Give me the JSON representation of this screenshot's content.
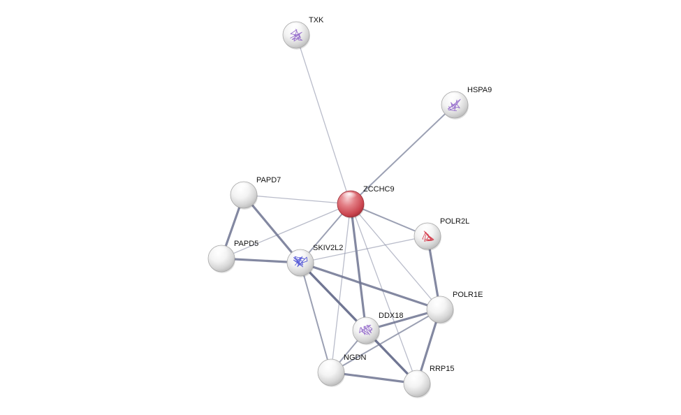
{
  "network": {
    "nodes": [
      {
        "id": "TXK",
        "label": "TXK",
        "query": false,
        "structure": "purple"
      },
      {
        "id": "HSPA9",
        "label": "HSPA9",
        "query": false,
        "structure": "purple"
      },
      {
        "id": "ZCCHC9",
        "label": "ZCCHC9",
        "query": true,
        "structure": "none"
      },
      {
        "id": "PAPD7",
        "label": "PAPD7",
        "query": false,
        "structure": "none"
      },
      {
        "id": "POLR2L",
        "label": "POLR2L",
        "query": false,
        "structure": "red"
      },
      {
        "id": "PAPD5",
        "label": "PAPD5",
        "query": false,
        "structure": "none"
      },
      {
        "id": "SKIV2L2",
        "label": "SKIV2L2",
        "query": false,
        "structure": "blue"
      },
      {
        "id": "POLR1E",
        "label": "POLR1E",
        "query": false,
        "structure": "none"
      },
      {
        "id": "DDX18",
        "label": "DDX18",
        "query": false,
        "structure": "purple"
      },
      {
        "id": "NGDN",
        "label": "NGDN",
        "query": false,
        "structure": "none"
      },
      {
        "id": "RRP15",
        "label": "RRP15",
        "query": false,
        "structure": "none"
      }
    ],
    "edges": [
      {
        "source": "TXK",
        "target": "ZCCHC9",
        "strength": "weak"
      },
      {
        "source": "HSPA9",
        "target": "ZCCHC9",
        "strength": "medium"
      },
      {
        "source": "ZCCHC9",
        "target": "PAPD7",
        "strength": "weak"
      },
      {
        "source": "ZCCHC9",
        "target": "PAPD5",
        "strength": "weak"
      },
      {
        "source": "ZCCHC9",
        "target": "SKIV2L2",
        "strength": "medium"
      },
      {
        "source": "ZCCHC9",
        "target": "POLR2L",
        "strength": "medium"
      },
      {
        "source": "ZCCHC9",
        "target": "POLR1E",
        "strength": "weak"
      },
      {
        "source": "ZCCHC9",
        "target": "DDX18",
        "strength": "strong"
      },
      {
        "source": "ZCCHC9",
        "target": "NGDN",
        "strength": "weak"
      },
      {
        "source": "ZCCHC9",
        "target": "RRP15",
        "strength": "weak"
      },
      {
        "source": "PAPD7",
        "target": "PAPD5",
        "strength": "strong"
      },
      {
        "source": "PAPD7",
        "target": "SKIV2L2",
        "strength": "strong"
      },
      {
        "source": "PAPD5",
        "target": "SKIV2L2",
        "strength": "strong"
      },
      {
        "source": "SKIV2L2",
        "target": "POLR2L",
        "strength": "weak"
      },
      {
        "source": "SKIV2L2",
        "target": "POLR1E",
        "strength": "strong"
      },
      {
        "source": "SKIV2L2",
        "target": "DDX18",
        "strength": "strong"
      },
      {
        "source": "SKIV2L2",
        "target": "NGDN",
        "strength": "medium"
      },
      {
        "source": "SKIV2L2",
        "target": "RRP15",
        "strength": "strong"
      },
      {
        "source": "POLR2L",
        "target": "POLR1E",
        "strength": "strong"
      },
      {
        "source": "POLR1E",
        "target": "DDX18",
        "strength": "strong"
      },
      {
        "source": "POLR1E",
        "target": "NGDN",
        "strength": "medium"
      },
      {
        "source": "POLR1E",
        "target": "RRP15",
        "strength": "strong"
      },
      {
        "source": "DDX18",
        "target": "NGDN",
        "strength": "medium"
      },
      {
        "source": "DDX18",
        "target": "RRP15",
        "strength": "strong"
      },
      {
        "source": "NGDN",
        "target": "RRP15",
        "strength": "strong"
      }
    ]
  },
  "colors": {
    "edge": "#8a8fa6",
    "edge_strong": "#6d7391",
    "query_node": "#d9545e",
    "node": "#e6e6e6",
    "structure_purple": "#8a5cc7",
    "structure_blue": "#3b3fd0",
    "structure_red": "#d0283a"
  }
}
